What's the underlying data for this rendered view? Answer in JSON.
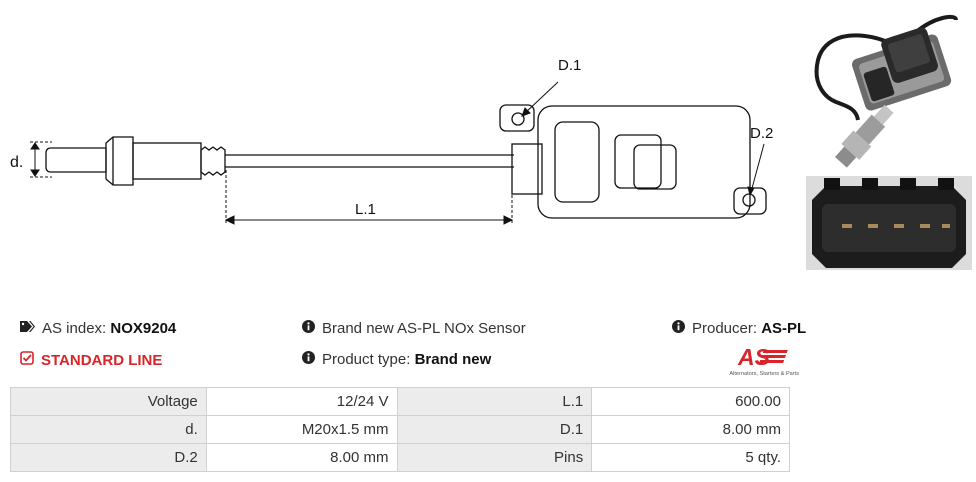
{
  "diagram": {
    "labels": {
      "d": "d.",
      "l1": "L.1",
      "d1": "D.1",
      "d2": "D.2"
    }
  },
  "info": {
    "as_index_label": "AS index:",
    "as_index_value": "NOX9204",
    "line": "STANDARD LINE",
    "description": "Brand new AS-PL NOx Sensor",
    "product_type_label": "Product type:",
    "product_type_value": "Brand new",
    "producer_label": "Producer:",
    "producer_value": "AS-PL",
    "logo_text": "AS",
    "logo_tagline": "Alternators, Starters & Parts"
  },
  "specs": {
    "rows": [
      {
        "k1": "Voltage",
        "v1": "12/24 V",
        "k2": "L.1",
        "v2": "600.00"
      },
      {
        "k1": "d.",
        "v1": "M20x1.5 mm",
        "k2": "D.1",
        "v2": "8.00 mm"
      },
      {
        "k1": "D.2",
        "v1": "8.00 mm",
        "k2": "Pins",
        "v2": "5 qty."
      }
    ]
  },
  "colors": {
    "accent": "#d9252a",
    "label_bg": "#ececec",
    "border": "#d0d0d0"
  }
}
